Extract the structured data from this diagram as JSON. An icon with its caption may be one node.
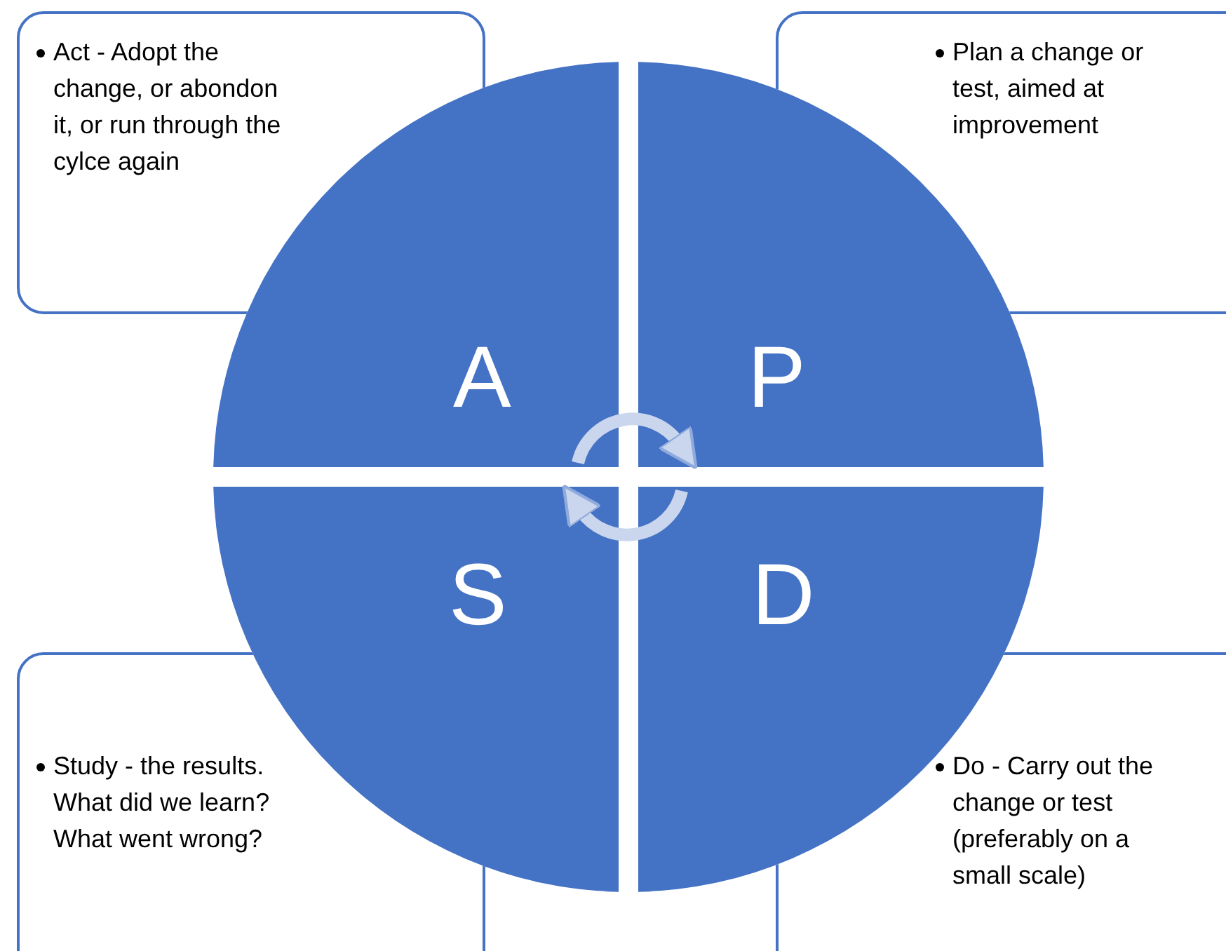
{
  "diagram": {
    "nodes": [
      {
        "text": [
          "Act - Adopt the change, or abondon it, or run through the cylce again"
        ]
      },
      {
        "text": [
          "Plan a change or test, aimed at improvement"
        ]
      },
      {
        "text": [
          "A"
        ]
      },
      {
        "text": [
          "P"
        ]
      },
      {
        "text": [
          "S"
        ]
      },
      {
        "text": [
          "D"
        ]
      },
      {
        "text": [
          "Study - the results. What did we learn? What went wrong?"
        ]
      },
      {
        "text": [
          "Do - Carry out the change or test (preferably on a small scale)"
        ]
      }
    ],
    "edges": [
      {
        "from": 2,
        "to": 3,
        "arrow": "to"
      },
      {
        "from": 5,
        "to": 4,
        "arrow": "to"
      }
    ]
  }
}
